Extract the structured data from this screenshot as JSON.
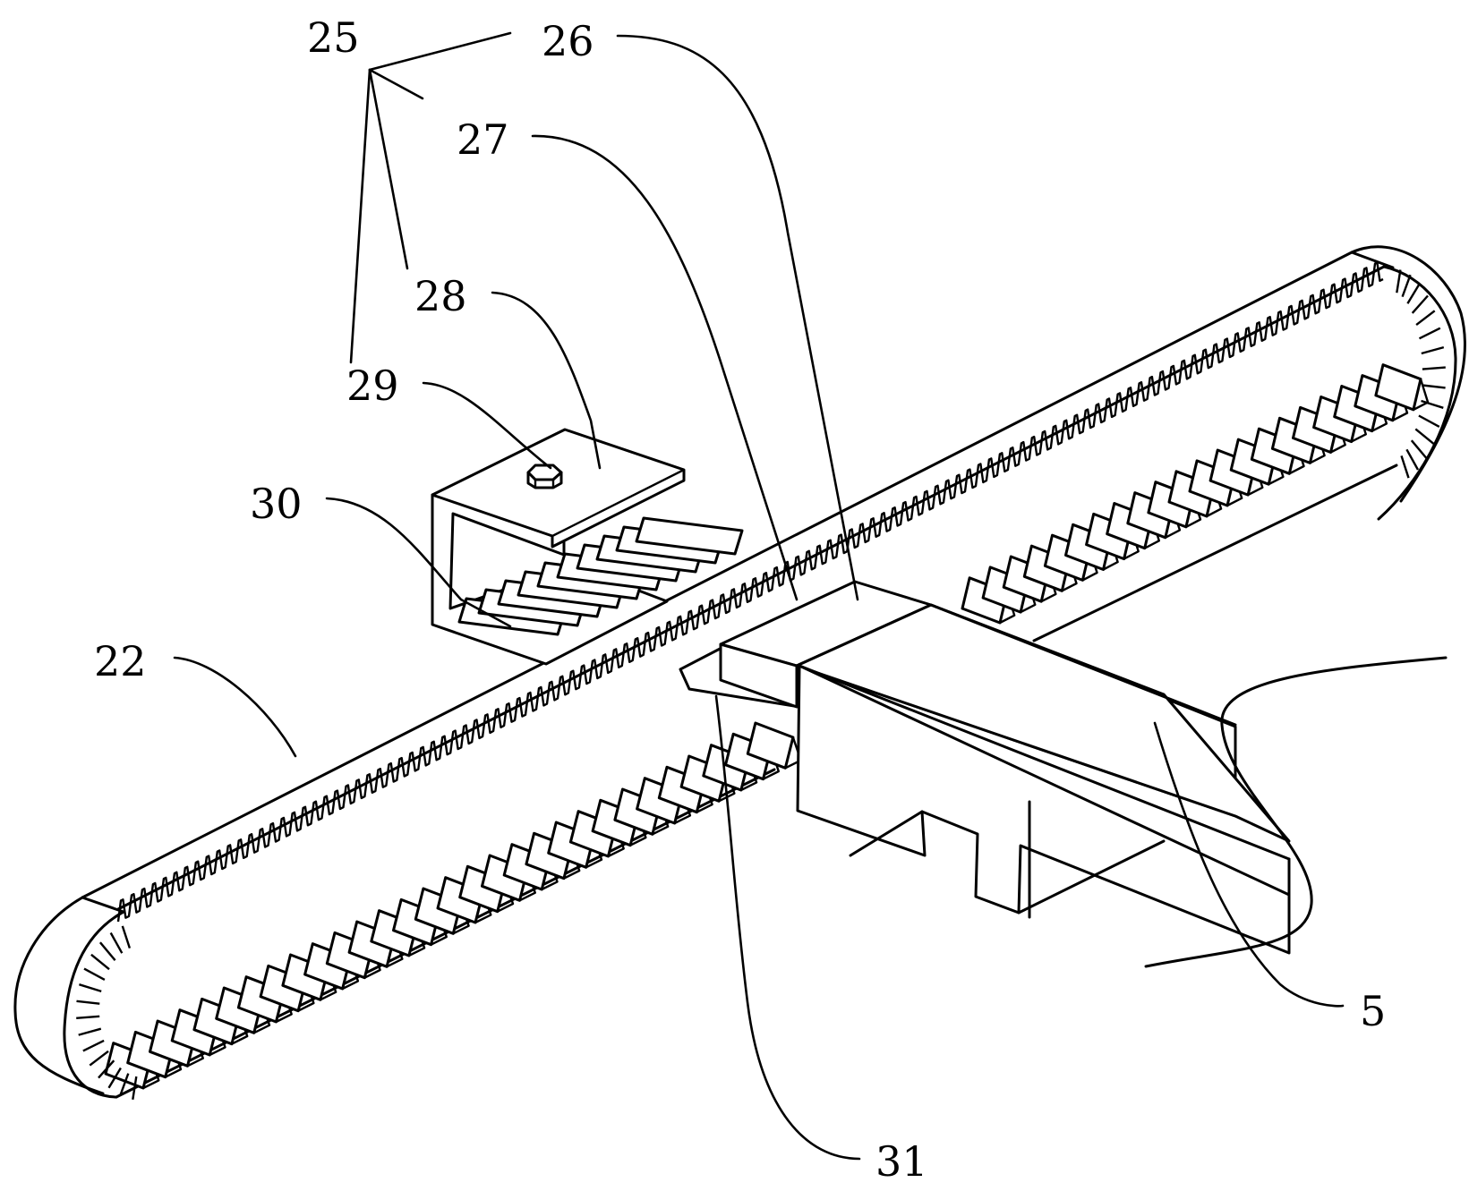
{
  "figure": {
    "type": "patent mechanical drawing",
    "description": "Toothed belt with rack slider and clamp bracket",
    "ink_color": "#000000",
    "background_color": "#ffffff"
  },
  "labels": [
    {
      "id": "25",
      "text": "25",
      "part": "clamp-assembly"
    },
    {
      "id": "26",
      "text": "26",
      "part": "connecting-block"
    },
    {
      "id": "27",
      "text": "27",
      "part": "belt-teeth"
    },
    {
      "id": "28",
      "text": "28",
      "part": "bracket-top-plate"
    },
    {
      "id": "29",
      "text": "29",
      "part": "bolt"
    },
    {
      "id": "30",
      "text": "30",
      "part": "clamp-rack"
    },
    {
      "id": "22",
      "text": "22",
      "part": "toothed-belt"
    },
    {
      "id": "31",
      "text": "31",
      "part": "slider-rack"
    },
    {
      "id": "5",
      "text": "5",
      "part": "slider-body"
    }
  ]
}
